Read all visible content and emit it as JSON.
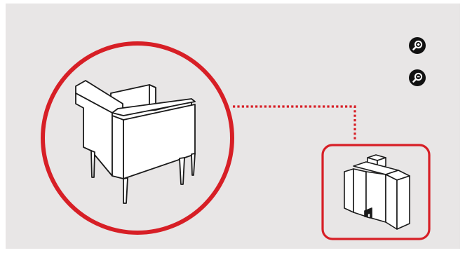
{
  "viewer": {
    "background": "#e8e6e6",
    "accent": "#d71f26"
  },
  "toolbar": {
    "zoom_in": {
      "icon": "zoom-in-icon"
    },
    "zoom_out": {
      "icon": "zoom-out-icon"
    }
  },
  "scene": {
    "detail_view": {
      "subject": "armchair",
      "icon": "armchair-illustration"
    },
    "overview": {
      "subject": "building",
      "icon": "building-illustration"
    }
  }
}
